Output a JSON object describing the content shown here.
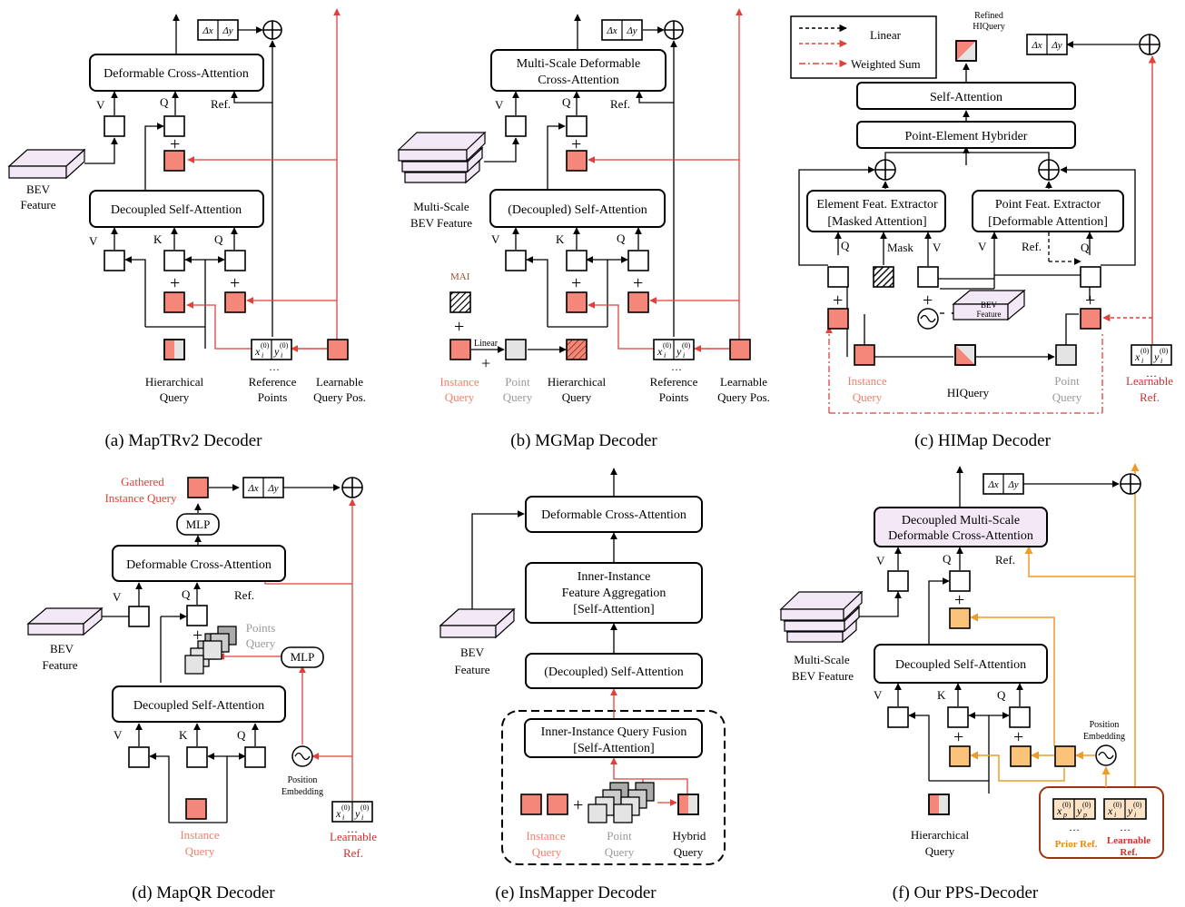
{
  "panels": {
    "a": {
      "caption": "(a) MapTRv2 Decoder",
      "cross_attn": "Deformable Cross-Attention",
      "self_attn": "Decoupled Self-Attention",
      "bev_l1": "BEV",
      "bev_l2": "Feature",
      "hq_l1": "Hierarchical",
      "hq_l2": "Query",
      "rp_l1": "Reference",
      "rp_l2": "Points",
      "lqp_l1": "Learnable",
      "lqp_l2": "Query Pos.",
      "V": "V",
      "Q": "Q",
      "K": "K",
      "Ref": "Ref.",
      "plus": "+",
      "dx": "Δx",
      "dy": "Δy",
      "xi": "x",
      "yi": "y",
      "sup0": "(0)",
      "sub_i": "i",
      "dots": "…"
    },
    "b": {
      "caption": "(b) MGMap Decoder",
      "cross_attn_l1": "Multi-Scale Deformable",
      "cross_attn_l2": "Cross-Attention",
      "self_attn": "(Decoupled) Self-Attention",
      "bev_l1": "Multi-Scale",
      "bev_l2": "BEV Feature",
      "mai": "MAI",
      "linear": "Linear",
      "iq_l1": "Instance",
      "iq_l2": "Query",
      "pq_l1": "Point",
      "pq_l2": "Query",
      "hq_l1": "Hierarchical",
      "hq_l2": "Query",
      "rp_l1": "Reference",
      "rp_l2": "Points",
      "lqp_l1": "Learnable",
      "lqp_l2": "Query Pos."
    },
    "c": {
      "caption": "(c) HIMap Decoder",
      "legend_linear": "Linear",
      "legend_wsum": "Weighted Sum",
      "refined_l1": "Refined",
      "refined_l2": "HIQuery",
      "self_attn": "Self-Attention",
      "hybrider": "Point-Element Hybrider",
      "elem_l1": "Element Feat. Extractor",
      "elem_l2": "[Masked Attention]",
      "point_l1": "Point Feat. Extractor",
      "point_l2": "[Deformable Attention]",
      "mask": "Mask",
      "bev_l1": "BEV",
      "bev_l2": "Feature",
      "iq_l1": "Instance",
      "iq_l2": "Query",
      "hiq": "HIQuery",
      "pq_l1": "Point",
      "pq_l2": "Query",
      "lr_l1": "Learnable",
      "lr_l2": "Ref."
    },
    "d": {
      "caption": "(d) MapQR Decoder",
      "giq_l1": "Gathered",
      "giq_l2": "Instance Query",
      "mlp": "MLP",
      "cross_attn": "Deformable Cross-Attention",
      "self_attn": "Decoupled Self-Attention",
      "bev_l1": "BEV",
      "bev_l2": "Feature",
      "pts_l1": "Points",
      "pts_l2": "Query",
      "pe_l1": "Position",
      "pe_l2": "Embedding",
      "iq_l1": "Instance",
      "iq_l2": "Query",
      "lr_l1": "Learnable",
      "lr_l2": "Ref."
    },
    "e": {
      "caption": "(e) InsMapper Decoder",
      "cross_attn": "Deformable Cross-Attention",
      "agg_l1": "Inner-Instance",
      "agg_l2": "Feature Aggregation",
      "agg_l3": "[Self-Attention]",
      "self_attn": "(Decoupled) Self-Attention",
      "fusion_l1": "Inner-Instance Query Fusion",
      "fusion_l2": "[Self-Attention]",
      "bev_l1": "BEV",
      "bev_l2": "Feature",
      "iq_l1": "Instance",
      "iq_l2": "Query",
      "pq_l1": "Point",
      "pq_l2": "Query",
      "hq_l1": "Hybrid",
      "hq_l2": "Query"
    },
    "f": {
      "caption": "(f) Our PPS-Decoder",
      "cross_attn_l1": "Decoupled Multi-Scale",
      "cross_attn_l2": "Deformable Cross-Attention",
      "self_attn": "Decoupled Self-Attention",
      "bev_l1": "Multi-Scale",
      "bev_l2": "BEV Feature",
      "pe_l1": "Position",
      "pe_l2": "Embedding",
      "hq_l1": "Hierarchical",
      "hq_l2": "Query",
      "prior": "Prior Ref.",
      "lr_l1": "Learnable",
      "lr_l2": "Ref.",
      "xp": "x",
      "yp": "y",
      "sub_p": "p"
    }
  },
  "colors": {
    "red_line": "#e0413a",
    "salmon": "#f5877a",
    "salmon_text": "#f27f6b",
    "dark_red_text": "#d0312d",
    "orange_line": "#ef9b2a",
    "orange_fill": "#fbc379",
    "orange_text": "#e5890f",
    "bev_fill": "#f3e9f6",
    "gray_fill": "#e4e4e4",
    "gray_text": "#999999",
    "f_box_fill": "#f4e8f7",
    "f_frame": "#9a3412"
  }
}
